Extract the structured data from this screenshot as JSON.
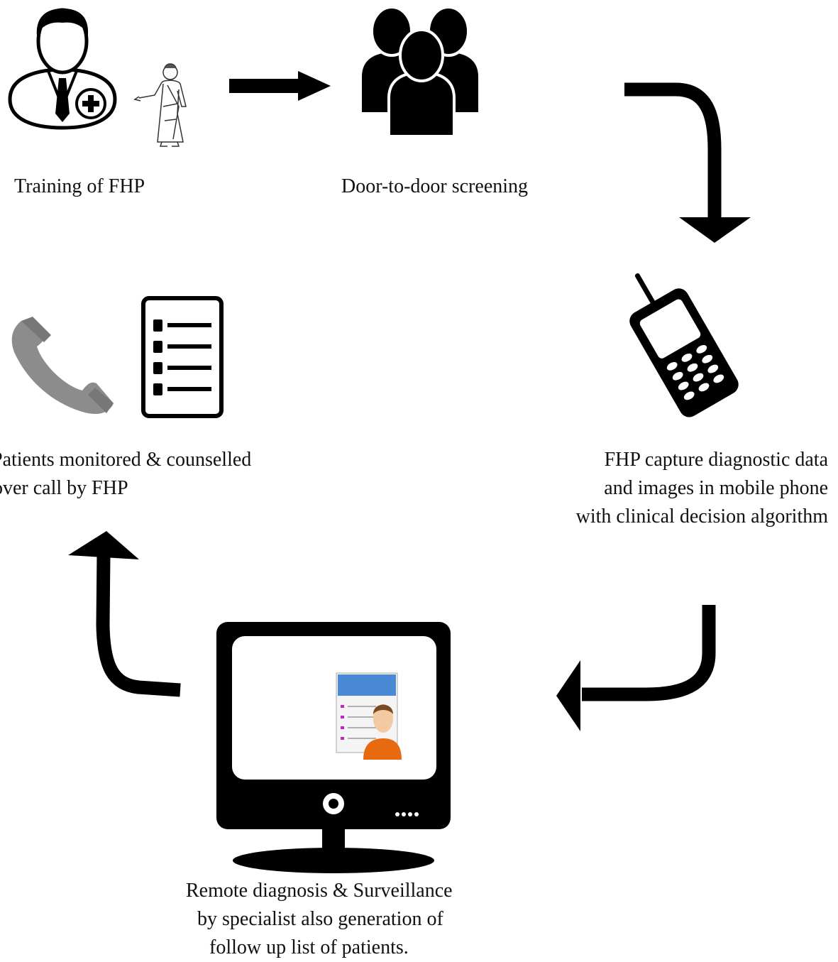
{
  "steps": {
    "training": {
      "label": "Training of FHP"
    },
    "door_to_door": {
      "label": "Door-to-door screening"
    },
    "capture": {
      "lines": [
        "FHP capture diagnostic data",
        "and images in mobile phone",
        "with clinical decision algorithm"
      ]
    },
    "remote": {
      "lines": [
        "Remote diagnosis & Surveillance",
        "by specialist also generation of",
        "follow up list of patients."
      ]
    },
    "monitored": {
      "lines": [
        "Patients monitored & counselled",
        "over call by FHP"
      ]
    }
  },
  "icons": [
    "doctor-icon",
    "health-worker-icon",
    "group-of-people-icon",
    "mobile-phone-icon",
    "computer-monitor-icon",
    "patient-record-icon",
    "telephone-handset-icon",
    "checklist-icon"
  ],
  "colors": {
    "arrow": "#000000",
    "handset": "#8c8c8c",
    "record_header": "#4a8ad4",
    "patient_shirt": "#e86a10"
  }
}
